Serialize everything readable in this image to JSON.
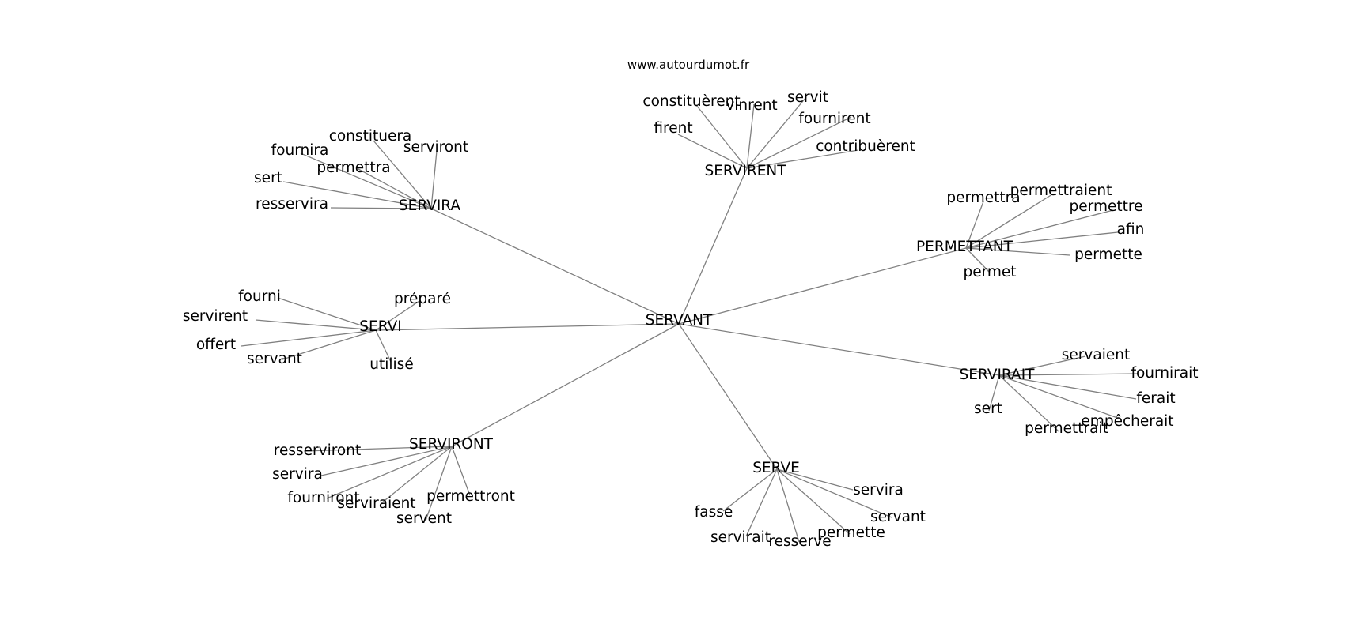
{
  "source_label": "www.autourdumot.fr",
  "edge_color": "#808080",
  "center": {
    "word": "SERVANT"
  },
  "clusters": [
    {
      "word": "SERVIRA",
      "neighbors": [
        "constituera",
        "serviront",
        "fournira",
        "permettra",
        "sert",
        "resservira"
      ]
    },
    {
      "word": "SERVIRENT",
      "neighbors": [
        "constituèrent",
        "vinrent",
        "servit",
        "fournirent",
        "firent",
        "contribuèrent"
      ]
    },
    {
      "word": "PERMETTANT",
      "neighbors": [
        "permettra",
        "permettraient",
        "permettre",
        "afin",
        "permette",
        "permet"
      ]
    },
    {
      "word": "SERVI",
      "neighbors": [
        "fourni",
        "préparé",
        "servirent",
        "offert",
        "servant",
        "utilisé"
      ]
    },
    {
      "word": "SERVIRAIT",
      "neighbors": [
        "servaient",
        "fournirait",
        "ferait",
        "sert",
        "empêcherait",
        "permettrait"
      ]
    },
    {
      "word": "SERVIRONT",
      "neighbors": [
        "resserviront",
        "servira",
        "fourniront",
        "serviraient",
        "permettront",
        "servent"
      ]
    },
    {
      "word": "SERVE",
      "neighbors": [
        "servira",
        "servant",
        "fasse",
        "permette",
        "servirait",
        "resserve"
      ]
    }
  ]
}
